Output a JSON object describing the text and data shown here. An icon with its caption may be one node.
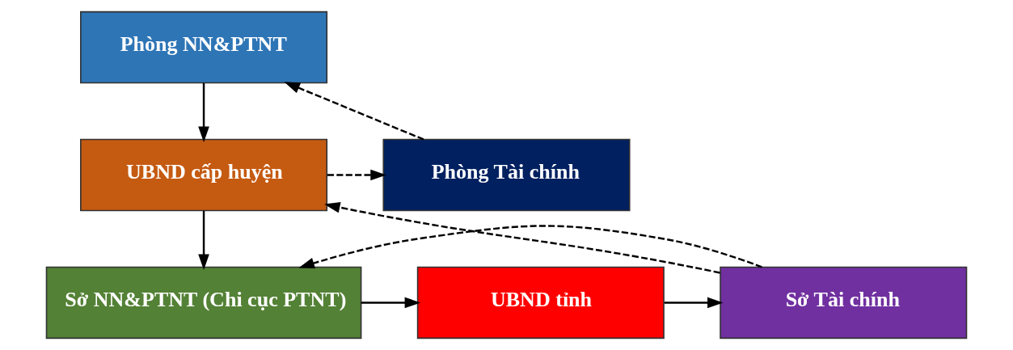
{
  "diagram": {
    "nodes": [
      {
        "text": [
          "Phòng NN&PTNT"
        ]
      },
      {
        "text": [
          "Phòng Tài chính"
        ]
      },
      {
        "text": [
          "UBND cấp huyện"
        ]
      },
      {
        "text": [
          "Sở NN&PTNT (Chi cục PTNT)"
        ]
      },
      {
        "text": [
          "UBND tỉnh"
        ]
      },
      {
        "text": [
          "Sở Tài chính"
        ]
      }
    ],
    "edges": [
      {
        "from": 0,
        "to": 2,
        "arrow": "to"
      },
      {
        "from": 2,
        "to": 1,
        "arrow": "to",
        "style": "dashed"
      },
      {
        "from": 1,
        "to": 0,
        "arrow": "to",
        "style": "dashed"
      },
      {
        "from": 2,
        "to": 3,
        "arrow": "to"
      },
      {
        "from": 3,
        "to": 4,
        "arrow": "to"
      },
      {
        "from": 4,
        "to": 5,
        "arrow": "to"
      },
      {
        "from": 5,
        "to": 2,
        "arrow": "to",
        "style": "dashed"
      },
      {
        "from": 5,
        "to": 3,
        "arrow": "to",
        "style": "dashed"
      }
    ]
  }
}
